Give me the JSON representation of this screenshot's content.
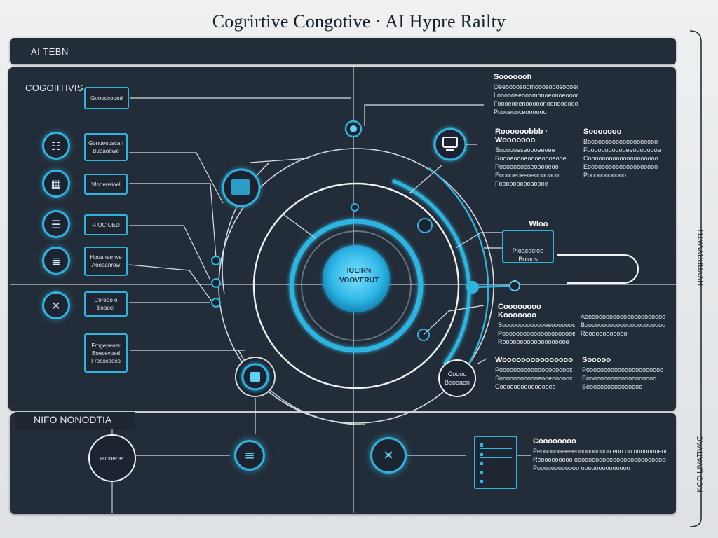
{
  "title": "Cogrirtive Congotive · AI Hypre Railty",
  "header_bar": {
    "label": "AI TEBN"
  },
  "section_label": "COGOIITIVIS",
  "bottom_label": "NIFO NONODTIA",
  "side_bracket_texts": [
    "HYYBRBYVATU",
    "KCO LIVATIVAO"
  ],
  "hub": {
    "line1": "IOEIRN",
    "line2": "VOOVERUT"
  },
  "left_nodes": [
    {
      "label_lines": [
        "Goooocoond"
      ],
      "icon": "none"
    },
    {
      "label_lines": [
        "Gonoeouscan",
        "Buoaoewe"
      ],
      "icon": "document-icon"
    },
    {
      "label_lines": [
        "Vlooensioel"
      ],
      "icon": "map-icon"
    },
    {
      "label_lines": [
        "R OCIOED"
      ],
      "icon": "calendar-icon"
    },
    {
      "label_lines": [
        "Hooanarnwe",
        "Aooaanrow"
      ],
      "icon": "report-icon"
    },
    {
      "label_lines": [
        "Coreoo o",
        "boaoel"
      ],
      "icon": "close-x-icon"
    },
    {
      "label_lines": [
        "Frogepener",
        "Boecevoed",
        "Frooscooes"
      ],
      "icon": "none"
    }
  ],
  "right_box": {
    "title": "Wloo",
    "line1": "Ploacoelee",
    "line2": "Boloos"
  },
  "bottom_nodes": [
    {
      "label": "aunoerrer",
      "icon": "none"
    },
    {
      "label": "",
      "icon": "list-icon"
    },
    {
      "label": "",
      "icon": "close-x-icon"
    },
    {
      "label": "",
      "icon": "checklist-icon"
    }
  ],
  "orbit_labels": {
    "lower_right": [
      "Coooo",
      "Boooaon"
    ]
  },
  "text_blocks": [
    {
      "heading": "Sooooooh",
      "lines": [
        "Oeeoooosoomooosooosoooeoaooo",
        "Loooooeeooomonoeonoeooooo",
        "Foooeoeenooooonoonoooooooo",
        "Poooeooceoooooo"
      ]
    },
    {
      "heading": "Roooooobbb · Wooooooo",
      "lines": [
        "Soooooeseoooeeoee",
        "Roooeoooeoooeoooeooe",
        "Pooooooooseooooeoo",
        "Eooooeoeeoeooooooo",
        "Foooooooooaoooe"
      ]
    },
    {
      "heading": "Sooooooo",
      "lines": [
        "Boooooooooooooooooooo",
        "Foooooooooooeeoooooooe",
        "Coooooooooooooooooooo",
        "Eoooooooooooooooooooo",
        "Pooooooooooo"
      ]
    },
    {
      "heading": "Coooooooo Kooooooo",
      "lines": [
        "Soooooooooooooeoooooooo",
        "Pooooooooooooooooooooe",
        "Rooooooooooooooooooe"
      ]
    },
    {
      "heading": "",
      "lines": [
        "Aooooooooooooooooooooooooooo",
        "Booooooooooooooooooooooooo",
        "Roooooooooooo"
      ]
    },
    {
      "heading": "Wooooooooooooooo",
      "lines": [
        "Poooooooooooooooooooooo",
        "Soooooooooooeooeoooooo",
        "Cooooooooooooooeo"
      ]
    },
    {
      "heading": "Sooooo",
      "lines": [
        "Poooooooooooooooooooooo",
        "Eoooooooooooooooooooo",
        "Soooooooooooooooo"
      ]
    },
    {
      "heading": "Coooooooo",
      "lines": [
        "Peooooooeeeeoooooooooo eoo oo oooooooeoo",
        "Reoooeooooo ooooooooooeoooooooooooooooo",
        "Poooooooooooo oooooooooooooo"
      ]
    }
  ],
  "colors": {
    "accent": "#2fb4e0",
    "accent_glow": "#5fd3f5",
    "panel": "#232d39",
    "line": "#d8dde2"
  }
}
